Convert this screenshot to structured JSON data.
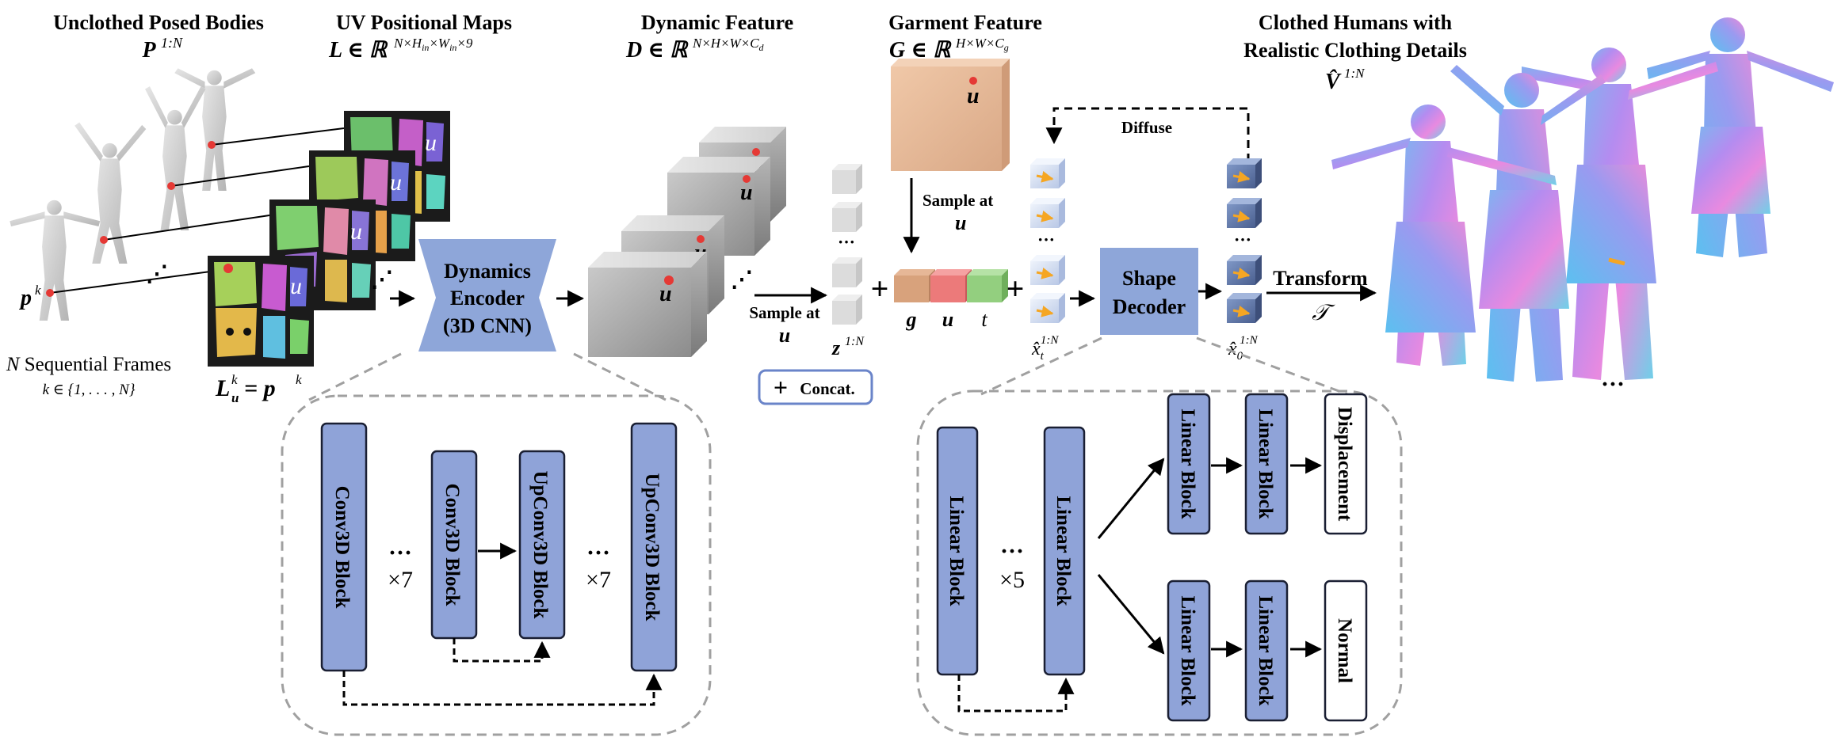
{
  "headers": {
    "unclothed_title": "Unclothed Posed Bodies",
    "unclothed_sym": "P",
    "unclothed_sup": "1:N",
    "uv_title": "UV Positional Maps",
    "uv_formula": "L ∈ ℝ",
    "uv_sup": "N×H",
    "uv_sup_in1": "in",
    "uv_sup_mid": "×W",
    "uv_sup_in2": "in",
    "uv_sup_end": "×9",
    "dyn_title": "Dynamic Feature",
    "dyn_formula": "D ∈ ℝ",
    "dyn_sup": "N×H×W×C",
    "dyn_sub": "d",
    "garm_title": "Garment Feature",
    "garm_formula": "G ∈ ℝ",
    "garm_sup": "H×W×C",
    "garm_sub": "g",
    "out_title1": "Clothed Humans with",
    "out_title2": "Realistic Clothing Details",
    "out_sym": "V̂",
    "out_sup": "1:N"
  },
  "left": {
    "pk": "p",
    "pk_sup": "k",
    "frames_line1_n": "N",
    "frames_line1": " Sequential Frames",
    "frames_line2": "k ∈ {1, . . . , N}",
    "luk": "L",
    "luk_sup": "k",
    "luk_sub": "u",
    "luk_rhs": " = p",
    "luk_rhs_sup": "k",
    "u_mark": "u",
    "dots_diag": "⋰"
  },
  "encoder": {
    "line1": "Dynamics",
    "line2": "Encoder",
    "line3": "(3D CNN)"
  },
  "encoder_detail": {
    "block1": "Conv3D Block",
    "block2": "Conv3D Block",
    "block3": "UpConv3D Block",
    "block4": "UpConv3D Block",
    "dots": "···",
    "times1": "×7",
    "times2": "×7"
  },
  "middle": {
    "u_mark": "u",
    "sample_at": "Sample at",
    "sample_u": "u",
    "z_sym": "z",
    "z_sup": "1:N",
    "plus": "+",
    "concat_plus": "+",
    "concat_label": "Concat.",
    "vdots": "···",
    "g": "g",
    "u": "u",
    "t": "t",
    "garm_sample_at": "Sample at",
    "garm_sample_u": "u"
  },
  "decoder": {
    "diffuse": "Diffuse",
    "line1": "Shape",
    "line2": "Decoder",
    "xt": "x̂",
    "xt_sub": "t",
    "xt_sup": "1:N",
    "x0": "x̂",
    "x0_sub": "0",
    "x0_sup": "1:N",
    "transform": "Transform",
    "transform_sym": "𝒯",
    "vdots": "···"
  },
  "decoder_detail": {
    "lb1": "Linear Block",
    "lb2": "Linear Block",
    "lb3": "Linear Block",
    "lb4": "Linear Block",
    "lb5": "Linear Block",
    "lb6": "Linear Block",
    "dots": "···",
    "times": "×5",
    "out1": "Displacement",
    "out2": "Normal"
  },
  "output": {
    "dots": "···"
  },
  "colors": {
    "block_fill": "#8fa3d8",
    "block_stroke": "#1a1f33",
    "encoder_fill": "#8ea6d9",
    "concat_border": "#6a84c9",
    "garment_fill": "#e2b493",
    "feat_g": "#d8a27c",
    "feat_u": "#ec7a7a",
    "feat_t": "#93cf7f",
    "dashed": "#a0a0a0",
    "red_dot": "#e53935",
    "arrow_orange": "#f5a623"
  }
}
